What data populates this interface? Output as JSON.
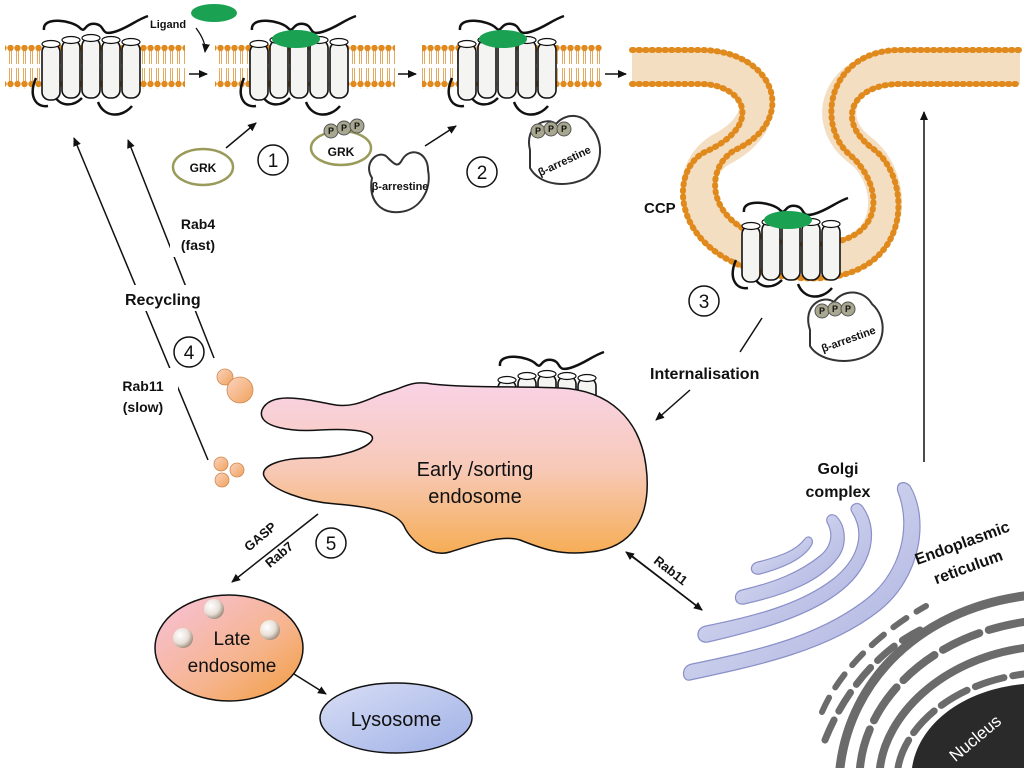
{
  "labels": {
    "ligand": "Ligand",
    "grk": "GRK",
    "grk_bound": "GRK",
    "beta_arrestin": "β-arrestine",
    "beta_arrestin_bound": "β-arrestine",
    "beta_arrestin_ccp": "β-arrestine",
    "phospho": "P",
    "ccp": "CCP",
    "internalisation": "Internalisation",
    "recycling": "Recycling",
    "rab4": "Rab4",
    "fast": "(fast)",
    "rab11_slow": "Rab11",
    "slow": "(slow)",
    "early_endosome_1": "Early /sorting",
    "early_endosome_2": "endosome",
    "gasp": "GASP",
    "rab7": "Rab7",
    "late_endosome_1": "Late",
    "late_endosome_2": "endosome",
    "lysosome": "Lysosome",
    "rab11_golgi": "Rab11",
    "golgi_1": "Golgi",
    "golgi_2": "complex",
    "er_1": "Endoplasmic",
    "er_2": "reticulum",
    "nucleus": "Nucleus"
  },
  "steps": [
    "1",
    "2",
    "3",
    "4",
    "5"
  ],
  "colors": {
    "membrane": "#e08a1e",
    "ligand": "#1aa152",
    "receptor": "#f4f4f2",
    "grk_border": "#9a9a5a",
    "phospho_fill": "#a8a890",
    "golgi": "#c8cbec",
    "er": "#6b6b6b",
    "nucleus": "#2a2a2a",
    "endosome_top": "#f7c9e0",
    "endosome_bottom": "#f7b25a",
    "lysosome": "#b9c6ee"
  }
}
